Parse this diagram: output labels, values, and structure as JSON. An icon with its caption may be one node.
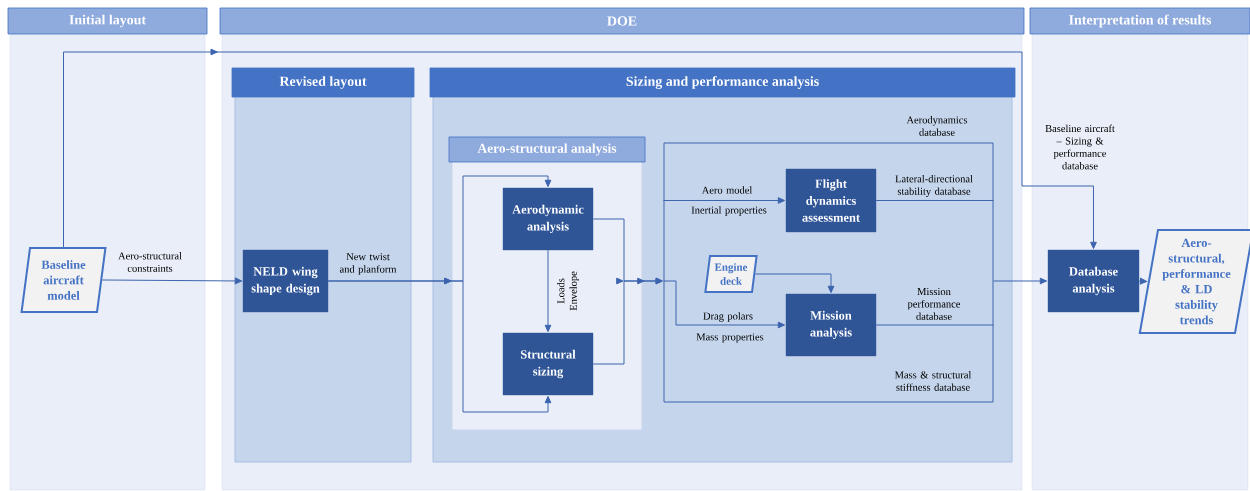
{
  "diagram": {
    "nodes": [
      {
        "text": [
          "Initial layout"
        ]
      },
      {
        "text": [
          "DOE"
        ]
      },
      {
        "text": [
          "Interpretation of results"
        ]
      },
      {
        "text": [
          "Revised layout"
        ],
        "in": 1
      },
      {
        "text": [
          "Sizing and performance analysis"
        ],
        "in": 1
      },
      {
        "text": [
          "Aero-structural analysis"
        ],
        "in": 4
      },
      {
        "text": [
          "Baseline aircraft model"
        ],
        "in": 0
      },
      {
        "text": [
          "NELD wing shape design"
        ],
        "in": 3
      },
      {
        "text": [
          "Aerodynamic analysis"
        ],
        "in": 5
      },
      {
        "text": [
          "Structural sizing"
        ],
        "in": 5
      },
      {
        "text": [
          "Flight dynamics assessment"
        ],
        "in": 15
      },
      {
        "text": [
          "Engine deck"
        ],
        "in": 15
      },
      {
        "text": [
          "Mission analysis"
        ],
        "in": 15
      },
      {
        "text": [
          "Database analysis"
        ],
        "in": 2
      },
      {
        "text": [
          "Aero-structural, performance & LD stability trends"
        ],
        "in": 2
      },
      {
        "text": [],
        "shape": "box",
        "in": 4
      }
    ],
    "edges": [
      {
        "from": 6,
        "to": 7,
        "arrow": "to",
        "label": "Aero-structural constraints"
      },
      {
        "from": 7,
        "to": 8,
        "arrow": "to",
        "label": "New twist and planform"
      },
      {
        "from": 7,
        "to": 9,
        "arrow": "to"
      },
      {
        "from": 8,
        "to": 9,
        "arrow": "to",
        "label": "Loads Envelope"
      },
      {
        "from": 8,
        "to": 15,
        "arrow": "to"
      },
      {
        "from": 9,
        "to": 15,
        "arrow": "to"
      },
      {
        "from": 15,
        "to": 10,
        "arrow": "to",
        "label": "Aero model"
      },
      {
        "from": 15,
        "to": 12,
        "arrow": "to",
        "label": "Drag polars"
      },
      {
        "from": 11,
        "to": 12,
        "arrow": "to"
      },
      {
        "from": 10,
        "to": 15,
        "arrow": "none",
        "label": "Lateral-directional stability database"
      },
      {
        "from": 12,
        "to": 15,
        "arrow": "none",
        "label": "Mission performance database"
      },
      {
        "from": 15,
        "to": 13,
        "arrow": "to"
      },
      {
        "from": 13,
        "to": 14,
        "arrow": "to"
      },
      {
        "from": 6,
        "to": 13,
        "arrow": "to",
        "label": "Baseline aircraft – Sizing & performance database"
      }
    ],
    "labels": [
      "Aerodynamics database",
      "Inertial properties",
      "Mass properties",
      "Mass & structural stiffness database"
    ]
  }
}
